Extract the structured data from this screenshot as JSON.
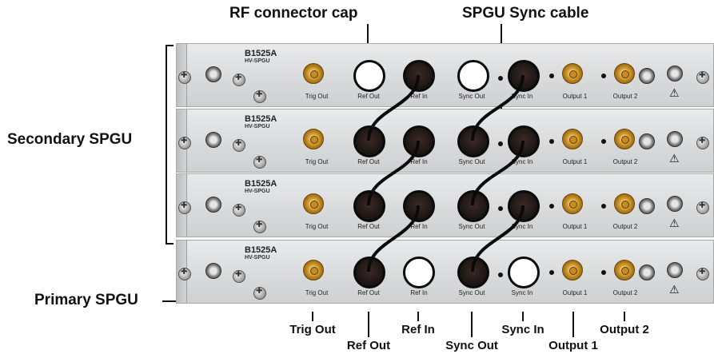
{
  "callouts": {
    "rf_connector_cap": "RF connector cap",
    "spgu_sync_cable": "SPGU Sync cable",
    "secondary_spgu": "Secondary SPGU",
    "primary_spgu": "Primary SPGU"
  },
  "module": {
    "model": "B1525A",
    "sub_model": "HV-SPGU",
    "port_labels": [
      "Trig Out",
      "Ref Out",
      "Ref In",
      "Sync Out",
      "Sync In",
      "Output 1",
      "Output 2"
    ]
  },
  "bottom_labels": [
    "Trig Out",
    "Ref Out",
    "Ref In",
    "Sync Out",
    "Sync In",
    "Output 1",
    "Output 2"
  ],
  "icons": [
    "screw-icon",
    "knob-icon",
    "sma-connector-icon",
    "warning-icon"
  ]
}
